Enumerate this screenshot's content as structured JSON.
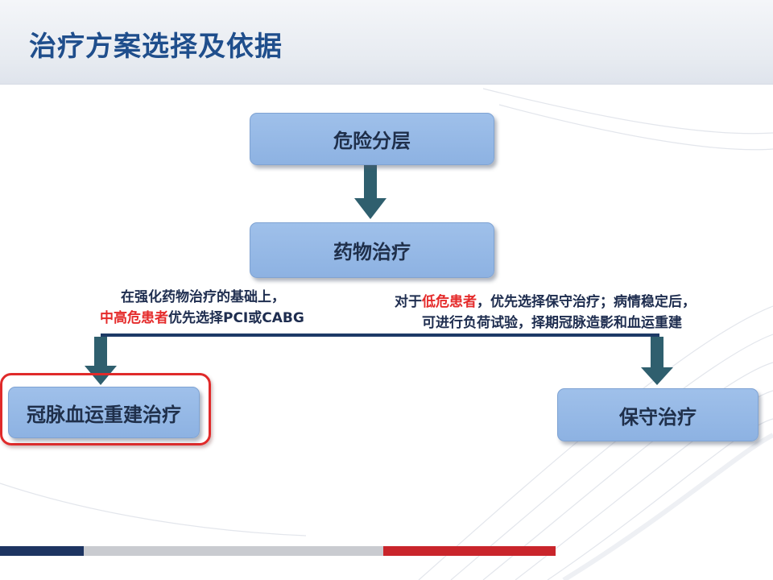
{
  "title": "治疗方案选择及依据",
  "nodes": {
    "risk": "危险分层",
    "drug": "药物治疗",
    "revasc": "冠脉血运重建治疗",
    "conservative": "保守治疗"
  },
  "left_annotation": {
    "line1": "在强化药物治疗的基础上，",
    "line2_highlight": "中高危患者",
    "line2_rest": "优先选择PCI或CABG"
  },
  "right_annotation": {
    "line1_prefix": "对于",
    "line1_highlight": "低危患者",
    "line1_rest": "，优先选择保守治疗；病情稳定后，",
    "line2": "可进行负荷试验，择期冠脉造影和血运重建"
  },
  "colors": {
    "title": "#1f4e8c",
    "box": "#8db2e2",
    "arrow": "#2f5f6e",
    "highlight": "#e52b2b",
    "bar_navy": "#1d3461",
    "bar_gray": "#c9cbd0",
    "bar_red": "#c9252b"
  }
}
